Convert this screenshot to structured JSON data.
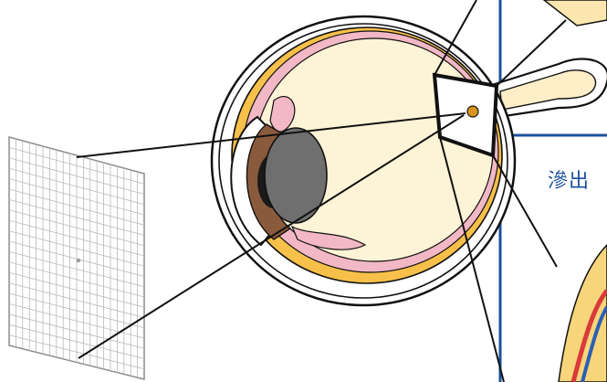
{
  "labels": {
    "exudate": "滲出"
  },
  "colors": {
    "outline": "#111111",
    "frame_blue": "#1a4f9c",
    "choroid_pink": "#f2b8c6",
    "vitreous": "#fdf3d6",
    "sclera_band": "#f6c04a",
    "iris_brown": "#8a5a3c",
    "lens_gray": "#6f6f6f",
    "grid_line": "#b9b9b9"
  },
  "icons": {
    "eye": "eye-cross-section",
    "grid": "amsler-grid",
    "zoom_box": "macula-zoom-box"
  }
}
